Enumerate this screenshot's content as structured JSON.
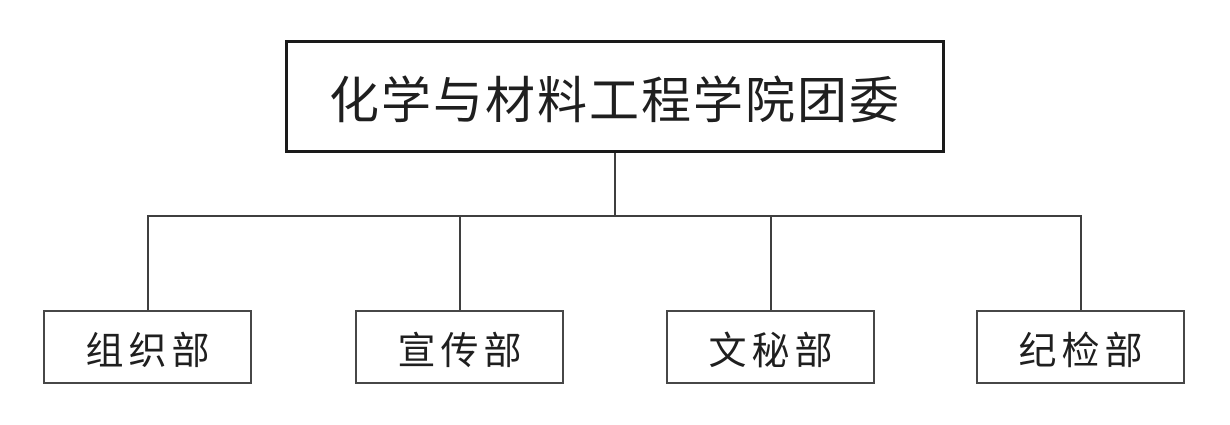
{
  "diagram": {
    "type": "org-chart",
    "root": {
      "label": "化学与材料工程学院团委"
    },
    "children": [
      {
        "label": "组织部"
      },
      {
        "label": "宣传部"
      },
      {
        "label": "文秘部"
      },
      {
        "label": "纪检部"
      }
    ]
  },
  "colors": {
    "background": "#ffffff",
    "root_border": "#1a1a1a",
    "child_border": "#474747",
    "connector_line": "#3f3f3f",
    "text": "#1f1f1f"
  }
}
